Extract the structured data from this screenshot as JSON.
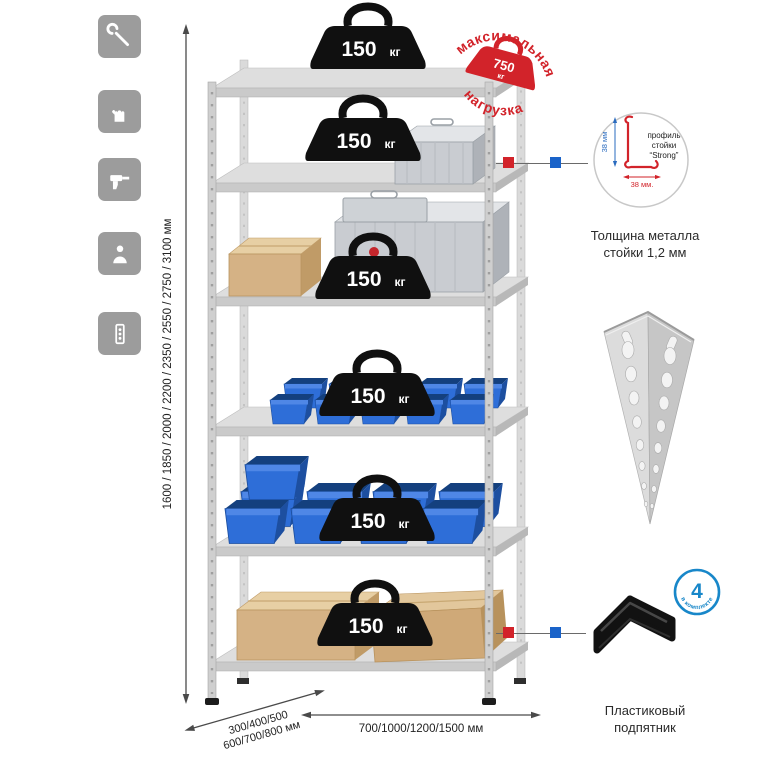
{
  "icons": [
    {
      "name": "wrench-icon"
    },
    {
      "name": "gloves-icon"
    },
    {
      "name": "drill-icon"
    },
    {
      "name": "person-icon"
    },
    {
      "name": "perforated-strip-icon"
    }
  ],
  "dimensions": {
    "height": "1600 / 1850 / 2000 / 2200 / 2350 / 2550 / 2750 / 3100 мм",
    "depth_line1": "300/400/500",
    "depth_line2": "600/700/800 мм",
    "width": "700/1000/1200/1500 мм"
  },
  "stamp": {
    "arc_top": "максимальная",
    "arc_bottom": "нагрузка",
    "value": "750",
    "unit": "кг"
  },
  "shelves": [
    {
      "load": "150",
      "unit": "кг"
    },
    {
      "load": "150",
      "unit": "кг"
    },
    {
      "load": "150",
      "unit": "кг"
    },
    {
      "load": "150",
      "unit": "кг"
    },
    {
      "load": "150",
      "unit": "кг"
    },
    {
      "load": "150",
      "unit": "кг"
    }
  ],
  "profile_detail": {
    "line1": "профиль",
    "line2": "стойки",
    "line3": "“Strong”",
    "dim_vertical": "38 мм",
    "dim_horizontal": "38 мм.",
    "caption_line1": "Толщина металла",
    "caption_line2": "стойки 1,2 мм"
  },
  "foot": {
    "badge_value": "4",
    "badge_text": "в комплекте",
    "caption_line1": "Пластиковый",
    "caption_line2": "подпятник"
  },
  "colors": {
    "red": "#d2232a",
    "blue": "#1a63c9",
    "badge_blue": "#1887c9",
    "bin_blue": "#2e6ed8",
    "metal": "#d9d9d9"
  }
}
